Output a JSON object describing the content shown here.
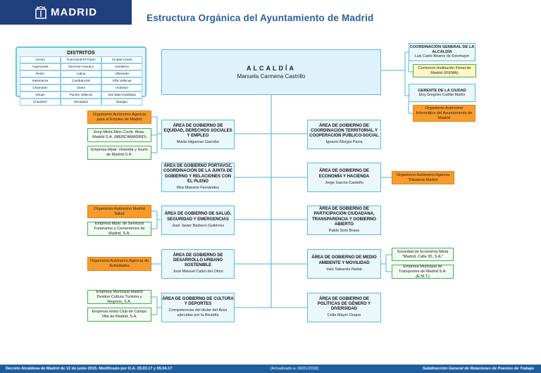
{
  "header": {
    "logo_text": "MADRID",
    "title": "Estructura Orgánica del Ayuntamiento de Madrid"
  },
  "distritos": {
    "title": "DISTRITOS",
    "items": [
      "Centro",
      "Fuencarral-El Pardo",
      "Ciudad Lineal",
      "Arganzuela",
      "Moncloa-Aravaca",
      "Hortaleza",
      "Retiro",
      "Latina",
      "Villaverde",
      "Salamanca",
      "Carabanchel",
      "Villa Vallecas",
      "Chamartín",
      "Usera",
      "Vicálvaro",
      "Tetuán",
      "Puente Vallecas",
      "San Blas-Canillejas",
      "Chamberí",
      "Moratalaz",
      "Barajas"
    ]
  },
  "alcaldia": {
    "title": "ALCALDÍA",
    "name": "Manuela Carmena Castrillo"
  },
  "right_top": {
    "coord": {
      "title": "COORDINACIÓN GENERAL DE LA ALCALDÍA",
      "name": "Luis Cueto Álvarez de Sotomayor"
    },
    "consorcio": "Consorcio Institución Ferial de Madrid (IFEMA)",
    "gerente": {
      "title": "GERENTE DE LA CIUDAD",
      "name": "Eloy Gregorio Cuéllar Martín"
    },
    "informatica": "Organismo Autónomo Informática del Ayuntamiento de Madrid"
  },
  "left_areas": [
    {
      "title": "ÁREA DE GOBIERNO DE EQUIDAD, DERECHOS SOCIALES Y EMPLEO",
      "name": "Marta Higueras Garrobo"
    },
    {
      "title": "ÁREA DE GOBIERNO PORTAVOZ, COORDINACIÓN DE LA JUNTA DE GOBIERNO Y RELACIONES CON EL PLENO",
      "name": "Rita Maestre Fernández"
    },
    {
      "title": "ÁREA DE GOBIERNO DE SALUD, SEGURIDAD Y EMERGENCIAS",
      "name": "José Javier Barbero Gutiérrez"
    },
    {
      "title": "ÁREA DE GOBIERNO DE DESARROLLO URBANO SOSTENIBLE",
      "name": "José Manuel Calvo del Olmo"
    },
    {
      "title": "ÁREA DE GOBIERNO DE CULTURA Y DEPORTES",
      "name": "Competencias del titular del Área ejercidas por la Alcaldía"
    }
  ],
  "right_areas": [
    {
      "title": "ÁREA DE GOBIERNO DE COORDINACIÓN TERRITORIAL Y COOPERACIÓN PÚBLICO-SOCIAL",
      "name": "Ignacio Murgui Parra"
    },
    {
      "title": "ÁREA DE GOBIERNO DE ECONOMÍA Y HACIENDA",
      "name": "Jorge García Castaño"
    },
    {
      "title": "ÁREA DE GOBIERNO DE PARTICIPACIÓN CIUDADANA, TRANSPARENCIA Y GOBIERNO ABIERTO",
      "name": "Pablo Soto Bravo"
    },
    {
      "title": "ÁREA DE GOBIERNO DE MEDIO AMBIENTE Y MOVILIDAD",
      "name": "Inés Sabanés Nadal"
    },
    {
      "title": "ÁREA DE GOBIERNO DE POLÍTICAS DE GÉNERO Y DIVERSIDAD",
      "name": "Celia Mayer Duque"
    }
  ],
  "left_entities": [
    {
      "type": "orange",
      "text": "Organismo Autónomo Agencia para el Empleo de Madrid"
    },
    {
      "type": "green",
      "text": "Emp.Mixta Merc.Centr. Abas. Madrid S.A. (MERCAMADRID)"
    },
    {
      "type": "green",
      "text": "Empresa Mpal. Vivienda y Suelo de Madrid S.A."
    },
    {
      "type": "orange",
      "text": "Organismo Autónomo Madrid Salud"
    },
    {
      "type": "green",
      "text": "Empresa Mpal. de Servicios Funerarios y Cementerios de Madrid, S.A."
    },
    {
      "type": "orange",
      "text": "Organismo Autónomo Agencia de Actividades"
    },
    {
      "type": "green",
      "text": "Empresa Municipal Madrid Destino Cultura Turismo y Negocio, S.A."
    },
    {
      "type": "green",
      "text": "Empresa mixta Club de Campo Villa de Madrid, S.A."
    }
  ],
  "right_entities": [
    {
      "type": "orange",
      "text": "Organismo Autónomo Agencia Tributaria Madrid"
    },
    {
      "type": "green",
      "text": "Sociedad de Economía Mixta \"Madrid, Calle 30, S.A.\""
    },
    {
      "type": "green",
      "text": "Empresa Municipal de Transportes de Madrid S.A. (E.M.T.)"
    }
  ],
  "footer": {
    "left": "Decreto Alcaldesa de Madrid de 12 de junio 2015. Modificado por D.A. 29.03.17 y 05.04.17",
    "middle": "[Actualizado a: 06/01/2018]",
    "right": "Subdirección General de Relaciones de Puestos de Trabajo"
  },
  "colors": {
    "header_blue": "#1f3f7c",
    "box_border": "#5db9d8",
    "orange": "#f79b2a",
    "green": "#3fb049",
    "footer_blue": "#1f5e9d"
  }
}
